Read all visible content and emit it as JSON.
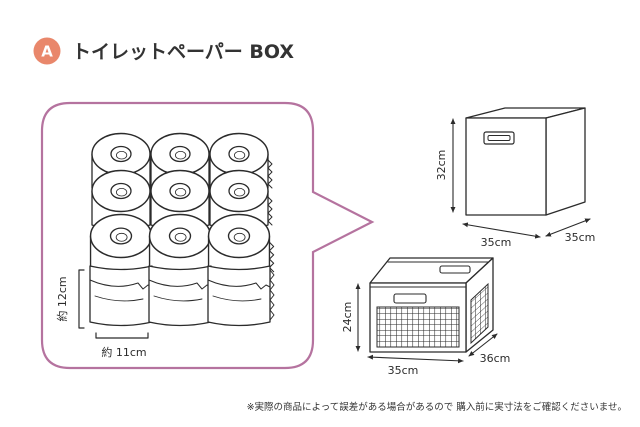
{
  "badge": {
    "letter": "A",
    "color": "#e9876b"
  },
  "title": "トイレットペーパー BOX",
  "bubble": {
    "border_color": "#b5739f"
  },
  "toilet_paper": {
    "height_label": "約 12cm",
    "width_label": "約 11cm"
  },
  "storage_box": {
    "height_label": "32cm",
    "width_label": "35cm",
    "depth_label": "35cm"
  },
  "wire_basket": {
    "height_label": "24cm",
    "width_label": "35cm",
    "depth_label": "36cm"
  },
  "footnote": "※実際の商品によって誤差がある場合があるので 購入前に実寸法をご確認くださいませ。"
}
